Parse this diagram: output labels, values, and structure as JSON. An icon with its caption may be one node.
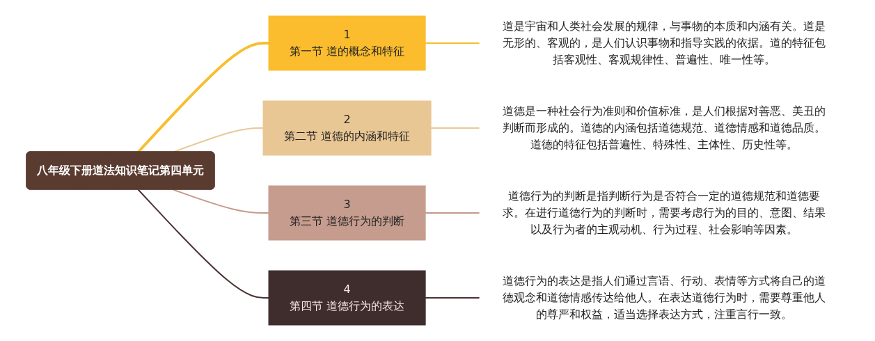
{
  "diagram": {
    "nodes": [
      {
        "text": [
          "八年级下册道法知识笔记第四单元"
        ]
      },
      {
        "text": [
          "1",
          "第一节 道的概念和特征"
        ]
      },
      {
        "text": [
          "2",
          "第二节 道德的内涵和特征"
        ]
      },
      {
        "text": [
          "3",
          "第三节 道德行为的判断"
        ]
      },
      {
        "text": [
          "4",
          "第四节 道德行为的表达"
        ]
      },
      {
        "text": [
          "道是宇宙和人类社会发展的规律，与事物的本质和内涵有关。道是无形的、客观的，是人们认识事物和指导实践的依据。道的特征包括客观性、客观规律性、普遍性、唯一性等。"
        ]
      },
      {
        "text": [
          "道德是一种社会行为准则和价值标准，是人们根据对善恶、美丑的判断而形成的。道德的内涵包括道德规范、道德情感和道德品质。道德的特征包括普遍性、特殊性、主体性、历史性等。"
        ]
      },
      {
        "text": [
          "道德行为的判断是指判断行为是否符合一定的道德规范和道德要求。在进行道德行为的判断时，需要考虑行为的目的、意图、结果以及行为者的主观动机、行为过程、社会影响等因素。"
        ]
      },
      {
        "text": [
          "道德行为的表达是指人们通过言语、行动、表情等方式将自己的道德观念和道德情感传达给他人。在表达道德行为时，需要尊重他人的尊严和权益，适当选择表达方式，注重言行一致。"
        ]
      }
    ],
    "edges": [
      {
        "from": 0,
        "to": 1,
        "arrow": "none",
        "style": "thick",
        "color": "#f7bf2f"
      },
      {
        "from": 0,
        "to": 2,
        "arrow": "none",
        "color": "#e8c99a"
      },
      {
        "from": 0,
        "to": 3,
        "arrow": "none",
        "color": "#c49a8c"
      },
      {
        "from": 0,
        "to": 4,
        "arrow": "none",
        "color": "#4a3232"
      },
      {
        "from": 1,
        "to": 5,
        "arrow": "none",
        "color": "#f7bf2f"
      },
      {
        "from": 2,
        "to": 6,
        "arrow": "none",
        "color": "#e8c99a"
      },
      {
        "from": 3,
        "to": 7,
        "arrow": "none",
        "color": "#c49a8c"
      },
      {
        "from": 4,
        "to": 8,
        "arrow": "none",
        "color": "#4a3232"
      }
    ]
  }
}
